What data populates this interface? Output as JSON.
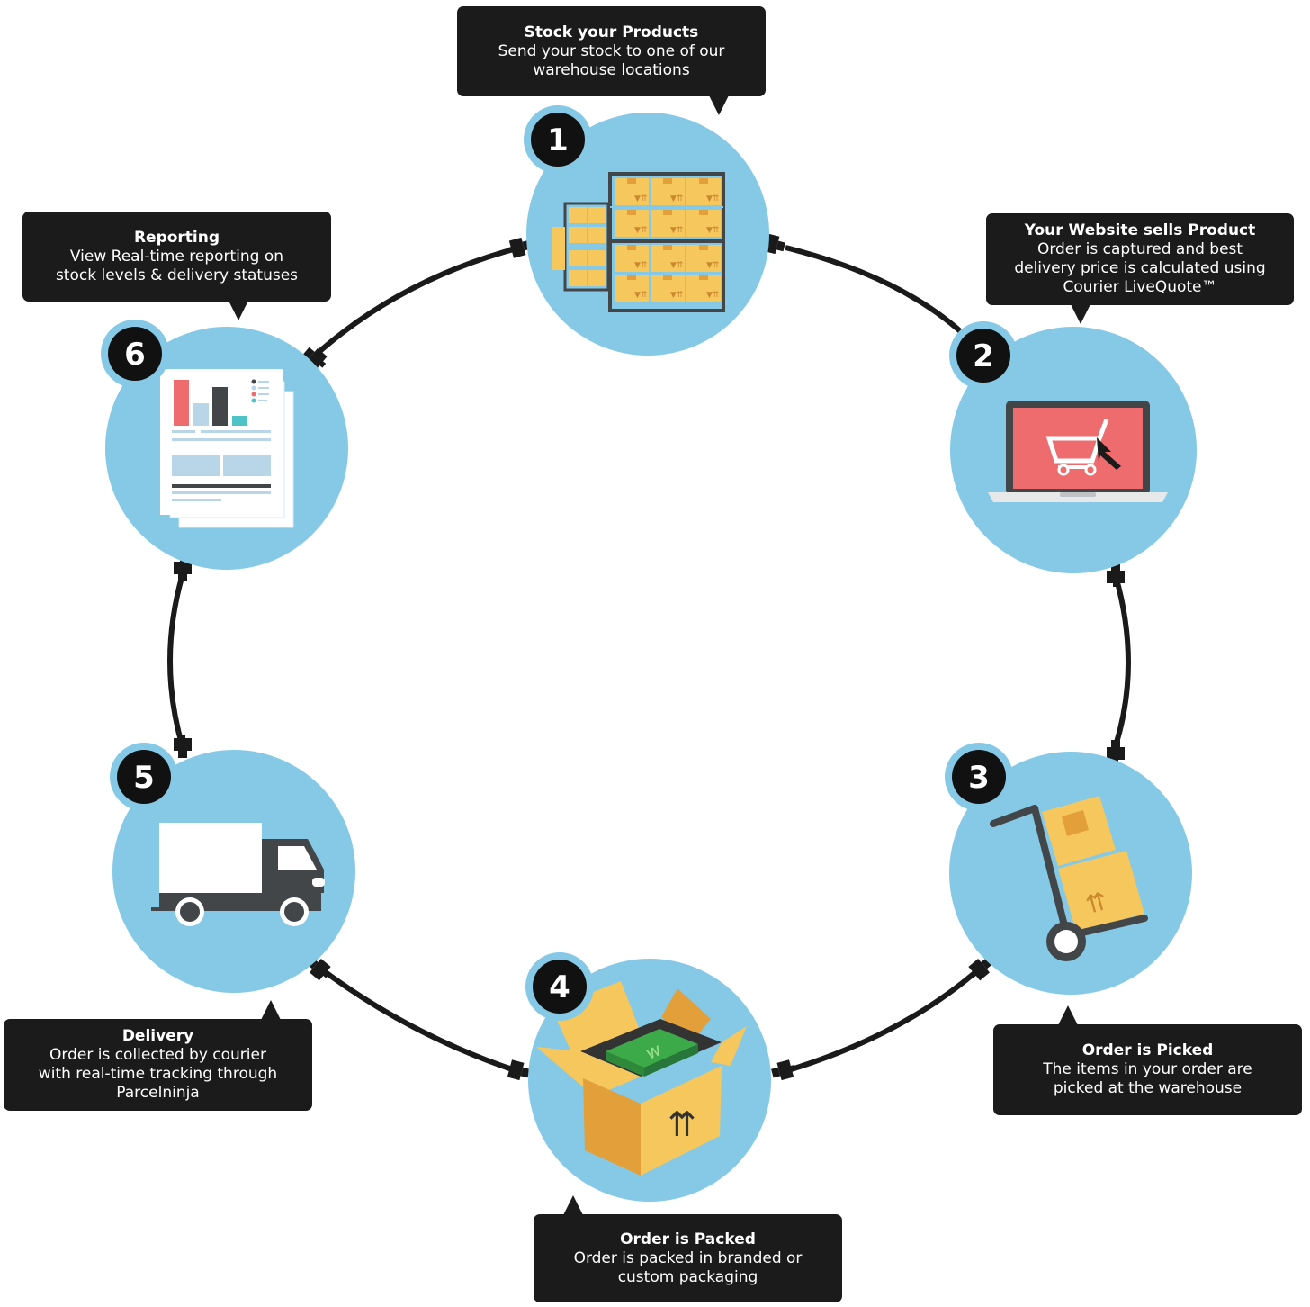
{
  "steps": [
    {
      "number": "1",
      "title": "Stock your Products",
      "lines": [
        "Send your stock to one of our",
        "warehouse locations"
      ],
      "icon": "warehouse-shelves-icon"
    },
    {
      "number": "2",
      "title": "Your Website sells Product",
      "lines": [
        "Order is captured and best",
        "delivery price is calculated using",
        "Courier LiveQuote™"
      ],
      "icon": "laptop-cart-icon"
    },
    {
      "number": "3",
      "title": "Order is Picked",
      "lines": [
        "The items in your order are",
        "picked at the warehouse"
      ],
      "icon": "hand-truck-icon"
    },
    {
      "number": "4",
      "title": "Order is Packed",
      "lines": [
        "Order is packed in branded or",
        "custom packaging"
      ],
      "icon": "open-box-icon"
    },
    {
      "number": "5",
      "title": "Delivery",
      "lines": [
        "Order is collected by courier",
        "with real-time tracking through",
        "Parcelninja"
      ],
      "icon": "delivery-truck-icon"
    },
    {
      "number": "6",
      "title": "Reporting",
      "lines": [
        "View Real-time reporting on",
        "stock levels & delivery statuses"
      ],
      "icon": "report-document-icon"
    }
  ],
  "colors": {
    "circle": "#85C9E7",
    "badge_ring": "#85C9E7",
    "badge_fill": "#111111",
    "callout": "#1b1b1b",
    "connector": "#1a1a1a",
    "box_yellow": "#F6C75C",
    "box_orange": "#E3A03A",
    "screen_red": "#EE6B6E",
    "dark_gray": "#434649",
    "pale_blue": "#B9D5E8",
    "teal": "#4EC3C7",
    "green": "#3DAA4A"
  }
}
